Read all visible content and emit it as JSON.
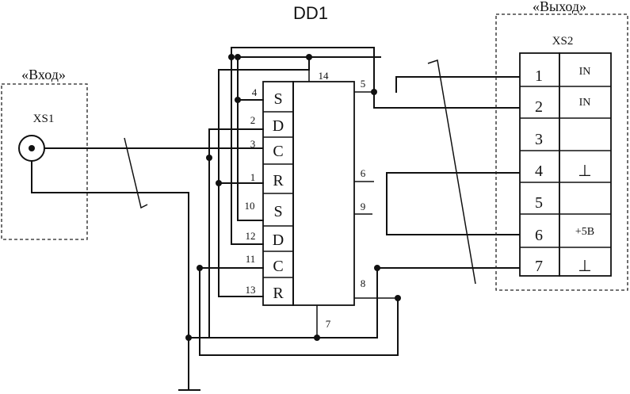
{
  "chip": {
    "title": "DD1",
    "pins_left": [
      {
        "num": "4",
        "label": "S"
      },
      {
        "num": "2",
        "label": "D"
      },
      {
        "num": "3",
        "label": "C"
      },
      {
        "num": "1",
        "label": "R"
      },
      {
        "num": "10",
        "label": "S"
      },
      {
        "num": "12",
        "label": "D"
      },
      {
        "num": "11",
        "label": "C"
      },
      {
        "num": "13",
        "label": "R"
      }
    ],
    "pin_top": "14",
    "pins_right": [
      "5",
      "6",
      "9",
      "8"
    ],
    "pin_bottom": "7"
  },
  "input": {
    "title": "«Вход»",
    "connector": "XS1"
  },
  "output": {
    "title": "«Выход»",
    "connector": "XS2",
    "rows": [
      {
        "num": "1",
        "label": "IN"
      },
      {
        "num": "2",
        "label": "IN"
      },
      {
        "num": "3",
        "label": ""
      },
      {
        "num": "4",
        "label": "⊥"
      },
      {
        "num": "5",
        "label": ""
      },
      {
        "num": "6",
        "label": "+5B"
      },
      {
        "num": "7",
        "label": "⊥"
      }
    ]
  }
}
